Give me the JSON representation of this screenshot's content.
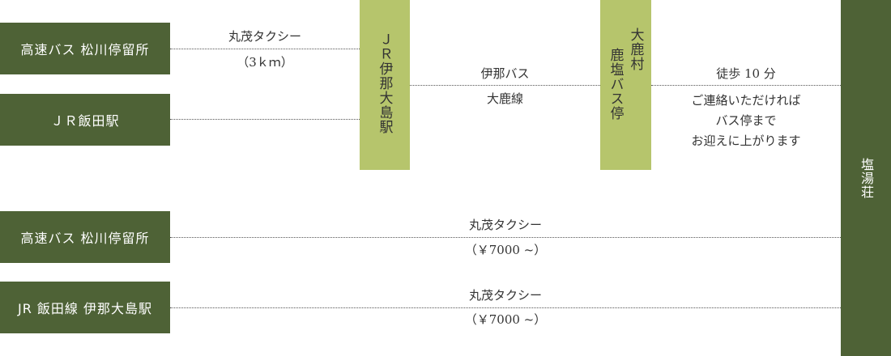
{
  "origins": {
    "o1": "高速バス 松川停留所",
    "o2": "ＪＲ飯田駅",
    "o3": "高速バス 松川停留所",
    "o4": "JR 飯田線 伊那大島駅"
  },
  "stops": {
    "s1": "ＪＲ伊那大島駅",
    "s2a": "大鹿村",
    "s2b": "鹿塩バス停",
    "dest": "塩湯荘"
  },
  "routes": {
    "r1_label": "丸茂タクシー",
    "r1_sub": "（3ｋｍ）",
    "r2_label": "伊那バス",
    "r2_sub": "大鹿線",
    "r3_label": "徒歩 10 分",
    "r3_note1": "ご連絡いただければ",
    "r3_note2": "バス停まで",
    "r3_note3": "お迎えに上がります",
    "r4_label": "丸茂タクシー",
    "r4_sub": "（￥7000 ~）",
    "r5_label": "丸茂タクシー",
    "r5_sub": "（￥7000 ~）"
  },
  "colors": {
    "dark_green": "#4e6236",
    "light_green": "#b6c56c"
  }
}
